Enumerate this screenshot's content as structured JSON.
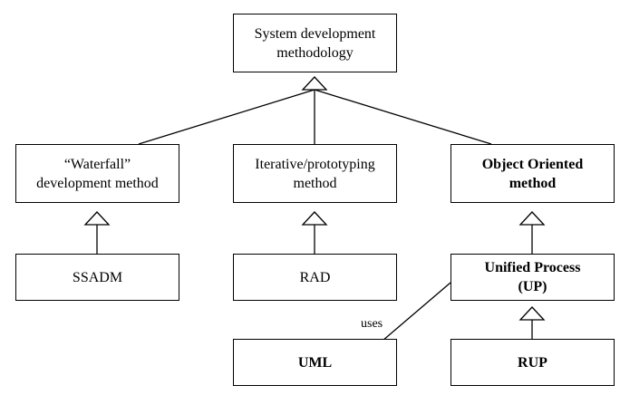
{
  "nodes": {
    "root": {
      "label": "System development\nmethodology"
    },
    "waterfall": {
      "label": "“Waterfall”\ndevelopment method"
    },
    "iterative": {
      "label": "Iterative/prototyping\nmethod"
    },
    "oo": {
      "label": "Object Oriented\nmethod"
    },
    "ssadm": {
      "label": "SSADM"
    },
    "rad": {
      "label": "RAD"
    },
    "up": {
      "label": "Unified Process\n(UP)"
    },
    "uml": {
      "label": "UML"
    },
    "rup": {
      "label": "RUP"
    }
  },
  "edges": {
    "uses_label": "uses"
  }
}
